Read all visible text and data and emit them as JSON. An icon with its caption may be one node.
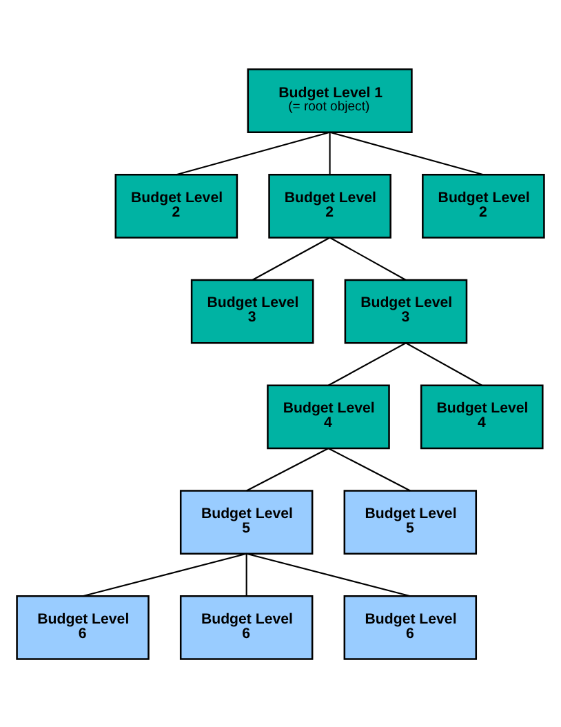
{
  "diagram": {
    "nodes": [
      {
        "text": [
          "Budget Level 1",
          "(= root object)"
        ]
      },
      {
        "text": [
          "Budget Level 2"
        ]
      },
      {
        "text": [
          "Budget Level 2"
        ]
      },
      {
        "text": [
          "Budget Level 2"
        ]
      },
      {
        "text": [
          "Budget Level 3"
        ]
      },
      {
        "text": [
          "Budget Level 3"
        ]
      },
      {
        "text": [
          "Budget Level 4"
        ]
      },
      {
        "text": [
          "Budget Level 4"
        ]
      },
      {
        "text": [
          "Budget Level 5"
        ]
      },
      {
        "text": [
          "Budget Level 5"
        ]
      },
      {
        "text": [
          "Budget Level 6"
        ]
      },
      {
        "text": [
          "Budget Level 6"
        ]
      },
      {
        "text": [
          "Budget Level 6"
        ]
      }
    ],
    "edges": [
      {
        "from": 0,
        "to": 1,
        "arrow": "none"
      },
      {
        "from": 0,
        "to": 2,
        "arrow": "none"
      },
      {
        "from": 0,
        "to": 3,
        "arrow": "none"
      },
      {
        "from": 2,
        "to": 4,
        "arrow": "none"
      },
      {
        "from": 2,
        "to": 5,
        "arrow": "none"
      },
      {
        "from": 5,
        "to": 6,
        "arrow": "none"
      },
      {
        "from": 5,
        "to": 7,
        "arrow": "none"
      },
      {
        "from": 6,
        "to": 8,
        "arrow": "none"
      },
      {
        "from": 6,
        "to": 9,
        "arrow": "none"
      },
      {
        "from": 8,
        "to": 10,
        "arrow": "none"
      },
      {
        "from": 8,
        "to": 11,
        "arrow": "none"
      },
      {
        "from": 8,
        "to": 12,
        "arrow": "none"
      }
    ]
  }
}
